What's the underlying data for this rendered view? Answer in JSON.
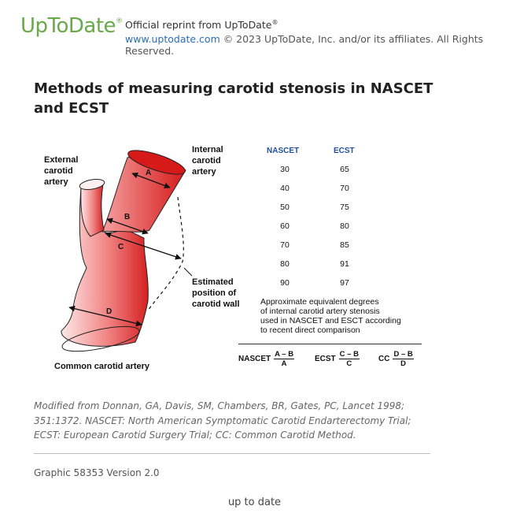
{
  "header": {
    "logo": "UpToDate",
    "logo_mark": "®",
    "reprint": "Official reprint from UpToDate",
    "reprint_mark": "®",
    "url": "www.uptodate.com",
    "copyright": "© 2023 UpToDate, Inc. and/or its affiliates. All Rights Reserved."
  },
  "title": "Methods of measuring carotid stenosis in NASCET and ECST",
  "figure": {
    "labels": {
      "external": [
        "External",
        "carotid",
        "artery"
      ],
      "internal": [
        "Internal",
        "carotid",
        "artery"
      ],
      "estimated": [
        "Estimated",
        "position of",
        "carotid wall"
      ],
      "common": "Common carotid artery"
    },
    "letters": {
      "a": "A",
      "b": "B",
      "c": "C",
      "d": "D"
    },
    "table": {
      "headers": [
        "NASCET",
        "ECST"
      ],
      "rows": [
        [
          "30",
          "65"
        ],
        [
          "40",
          "70"
        ],
        [
          "50",
          "75"
        ],
        [
          "60",
          "80"
        ],
        [
          "70",
          "85"
        ],
        [
          "80",
          "91"
        ],
        [
          "90",
          "97"
        ]
      ]
    },
    "note": [
      "Approximate equivalent degrees",
      "of internal carotid artery stenosis",
      "used in NASCET and ESCT according",
      "to recent direct comparison"
    ],
    "formulas": [
      {
        "name": "NASCET",
        "num": "A – B",
        "den": "A"
      },
      {
        "name": "ECST",
        "num": "C – B",
        "den": "C"
      },
      {
        "name": "CC",
        "num": "D – B",
        "den": "D"
      }
    ]
  },
  "caption": "Modified from Donnan, GA, Davis, SM, Chambers, BR, Gates, PC, Lancet 1998; 351:1372. NASCET: North American Symptomatic Carotid Endarterectomy Trial; ECST: European Carotid Surgery Trial; CC: Common Carotid Method.",
  "graphic_id": "Graphic 58353 Version 2.0",
  "footer": "up to date",
  "colors": {
    "brand": "#6aa94a",
    "link": "#2a6db5",
    "artery_dark": "#d42020",
    "artery_light": "#fce0e0",
    "table_header": "#1f4f9a"
  }
}
